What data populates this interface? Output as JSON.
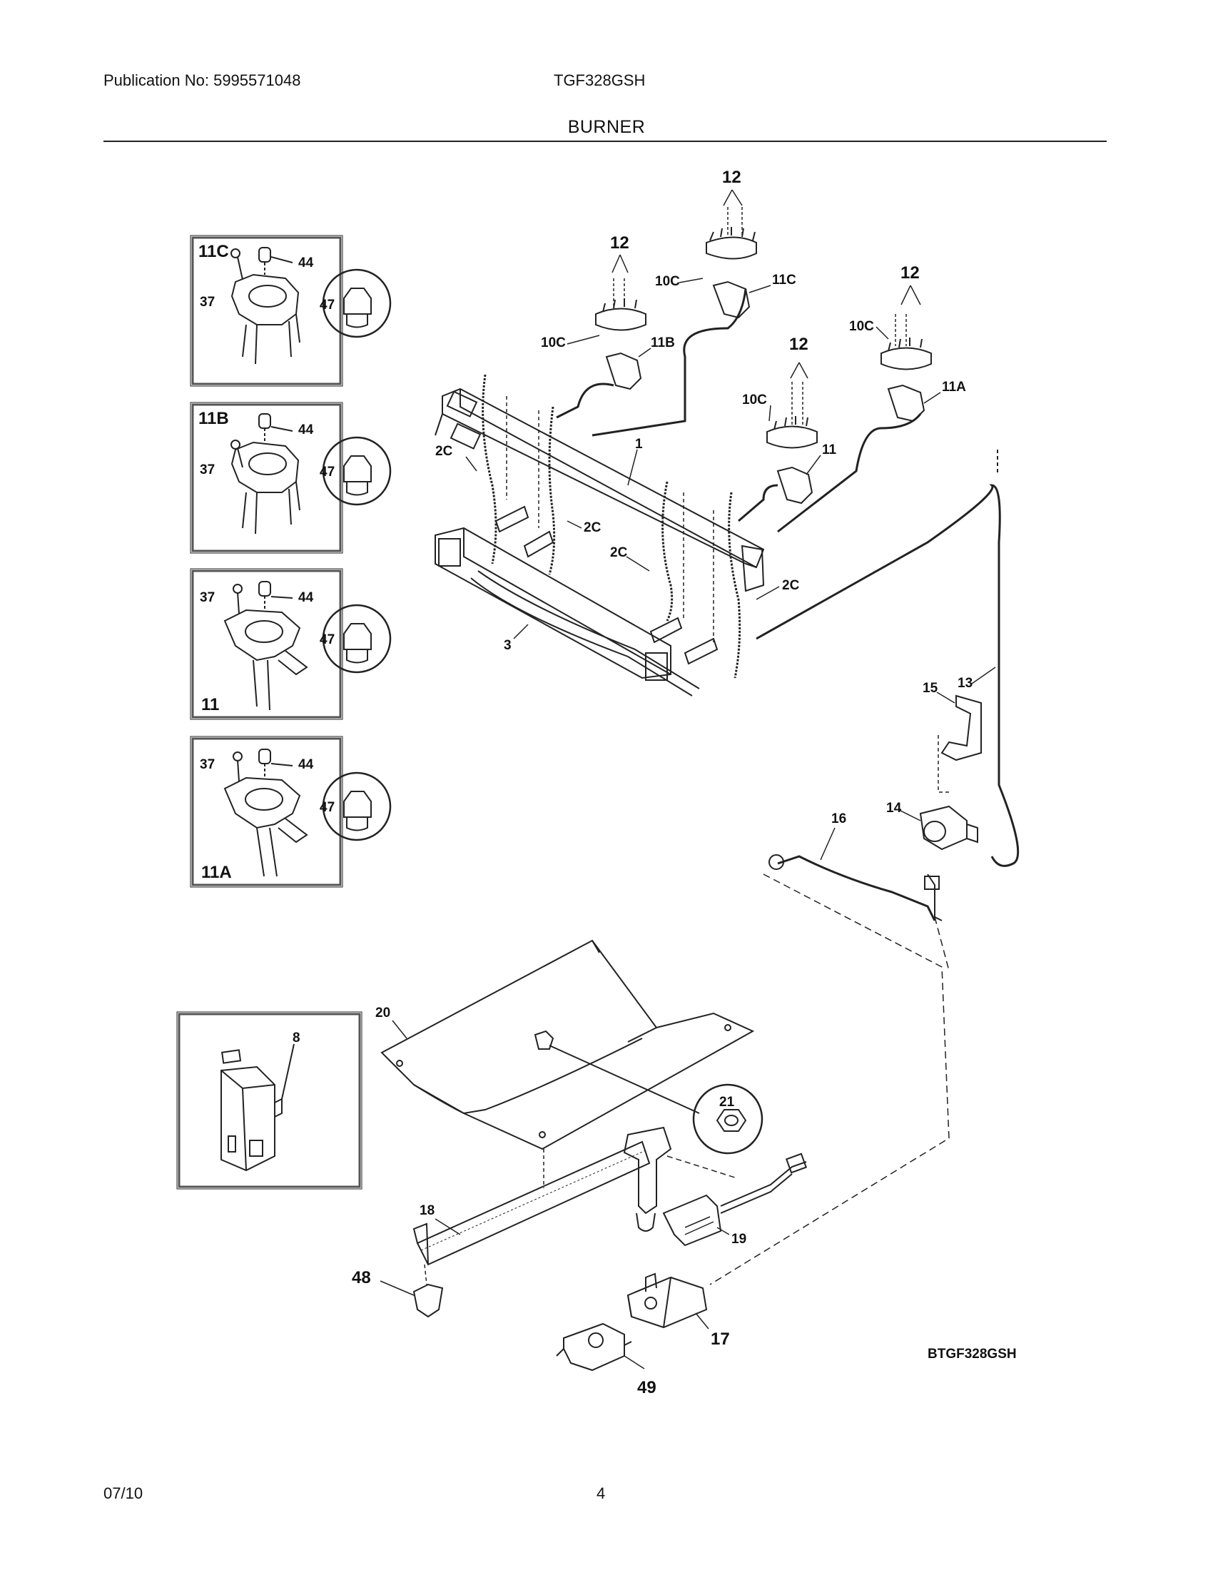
{
  "header": {
    "publication": "Publication No: 5995571048",
    "model": "TGF328GSH",
    "title": "BURNER"
  },
  "diagram": {
    "drawing_id": "BTGF328GSH",
    "insets": {
      "inset_11c": {
        "id": "11C",
        "screw": "37",
        "cap": "44",
        "circle": "47"
      },
      "inset_11b": {
        "id": "11B",
        "screw": "37",
        "cap": "44",
        "circle": "47"
      },
      "inset_11": {
        "id": "11",
        "screw": "37",
        "cap": "44",
        "circle": "47"
      },
      "inset_11a": {
        "id": "11A",
        "screw": "37",
        "cap": "44",
        "circle": "47"
      },
      "inset_8": {
        "id": "8"
      }
    },
    "callouts": {
      "c12a": "12",
      "c12b": "12",
      "c12c": "12",
      "c12d": "12",
      "c10c_a": "10C",
      "c10c_b": "10C",
      "c10c_c": "10C",
      "c10c_d": "10C",
      "c11c": "11C",
      "c11b": "11B",
      "c11a": "11A",
      "c11": "11",
      "c2c_a": "2C",
      "c2c_b": "2C",
      "c2c_c": "2C",
      "c2c_d": "2C",
      "c1": "1",
      "c3": "3",
      "c13": "13",
      "c14": "14",
      "c15": "15",
      "c16": "16",
      "c17": "17",
      "c18": "18",
      "c19": "19",
      "c20": "20",
      "c21": "21",
      "c48": "48",
      "c49": "49"
    }
  },
  "footer": {
    "date": "07/10",
    "page": "4"
  }
}
